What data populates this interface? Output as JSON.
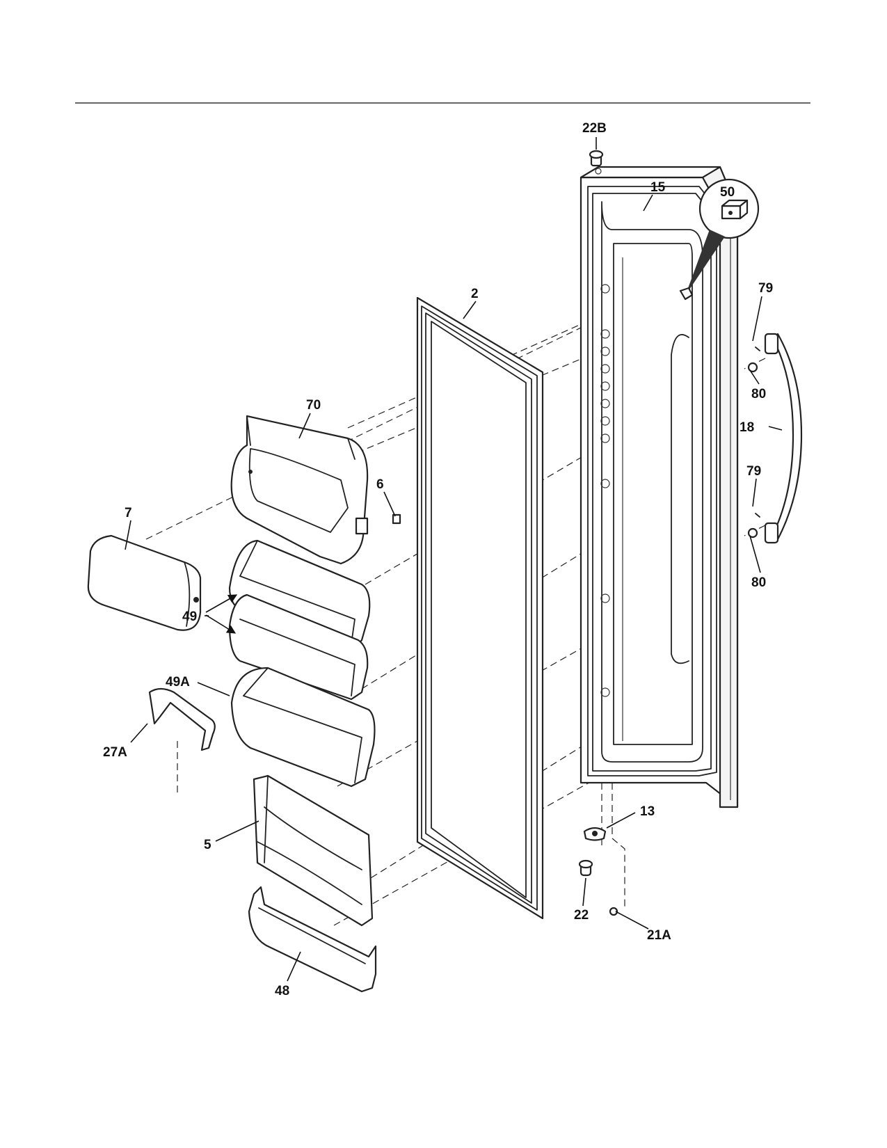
{
  "callouts": {
    "c22B": "22B",
    "c15": "15",
    "c50": "50",
    "c2": "2",
    "c79a": "79",
    "c80a": "80",
    "c18": "18",
    "c79b": "79",
    "c80b": "80",
    "c70": "70",
    "c6": "6",
    "c7": "7",
    "c49": "49",
    "c49A": "49A",
    "c27A": "27A",
    "c13": "13",
    "c5": "5",
    "c22": "22",
    "c21A": "21A",
    "c48": "48"
  }
}
